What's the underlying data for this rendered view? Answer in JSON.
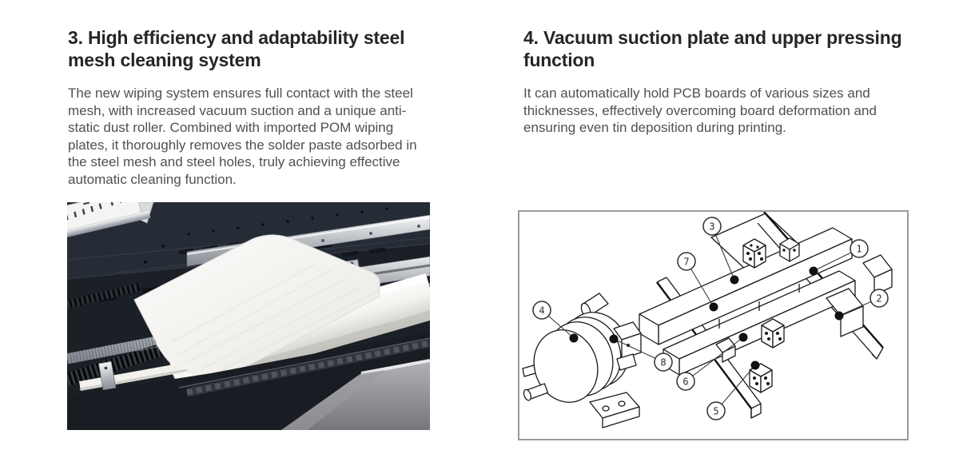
{
  "sections": {
    "left": {
      "heading": "3. High efficiency and adaptability steel mesh cleaning system",
      "body": "The new wiping system ensures full contact with the steel mesh, with increased vacuum suction and a unique anti-static dust roller. Combined with imported POM wiping plates, it thoroughly removes the solder paste adsorbed in the steel mesh and steel holes, truly achieving effective automatic cleaning function."
    },
    "right": {
      "heading": "4. Vacuum suction plate and upper pressing function",
      "body": "It can automatically hold PCB boards of various sizes and thicknesses, effectively overcoming board deformation and ensuring even tin deposition during printing."
    }
  },
  "diagram": {
    "callouts": [
      "1",
      "2",
      "3",
      "4",
      "5",
      "6",
      "7",
      "8"
    ]
  },
  "media": {
    "photo_alt": "Close-up photo of the steel mesh cleaning system with white wiping paper roller",
    "diagram_alt": "Exploded technical line drawing of the vacuum suction plate assembly with numbered parts 1 to 8"
  },
  "colors": {
    "heading_text": "#262626",
    "body_text": "#505050",
    "diagram_border": "#9b9b9b",
    "drawing_line": "#1a1a1a"
  }
}
